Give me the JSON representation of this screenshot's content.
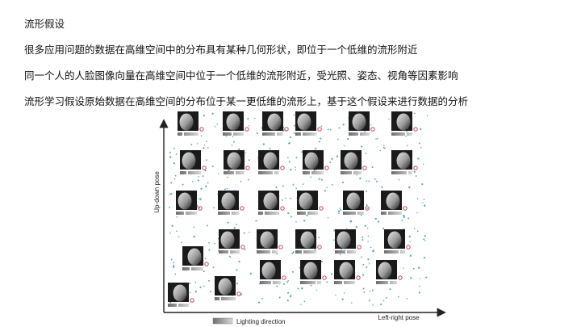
{
  "text": {
    "title": "流形假设",
    "p1": "很多应用问题的数据在高维空间中的分布具有某种几何形状，即位于一个低维的流形附近",
    "p2": "同一个人的人脸图像向量在高维空间中位于一个低维的流形附近，受光照、姿态、视角等因素影响",
    "p3": "流形学习假设原始数据在高维空间的分布位于某一更低维的流形上，基于这个假设来进行数据的分析"
  },
  "figure": {
    "y_axis_label": "Up-down pose",
    "x_axis_label": "Left-right pose",
    "legend_label": "Lighting direction",
    "dot_color": "#2f8fa8",
    "lighting_marker_color": "#c0304a",
    "face_rows": 6
  }
}
